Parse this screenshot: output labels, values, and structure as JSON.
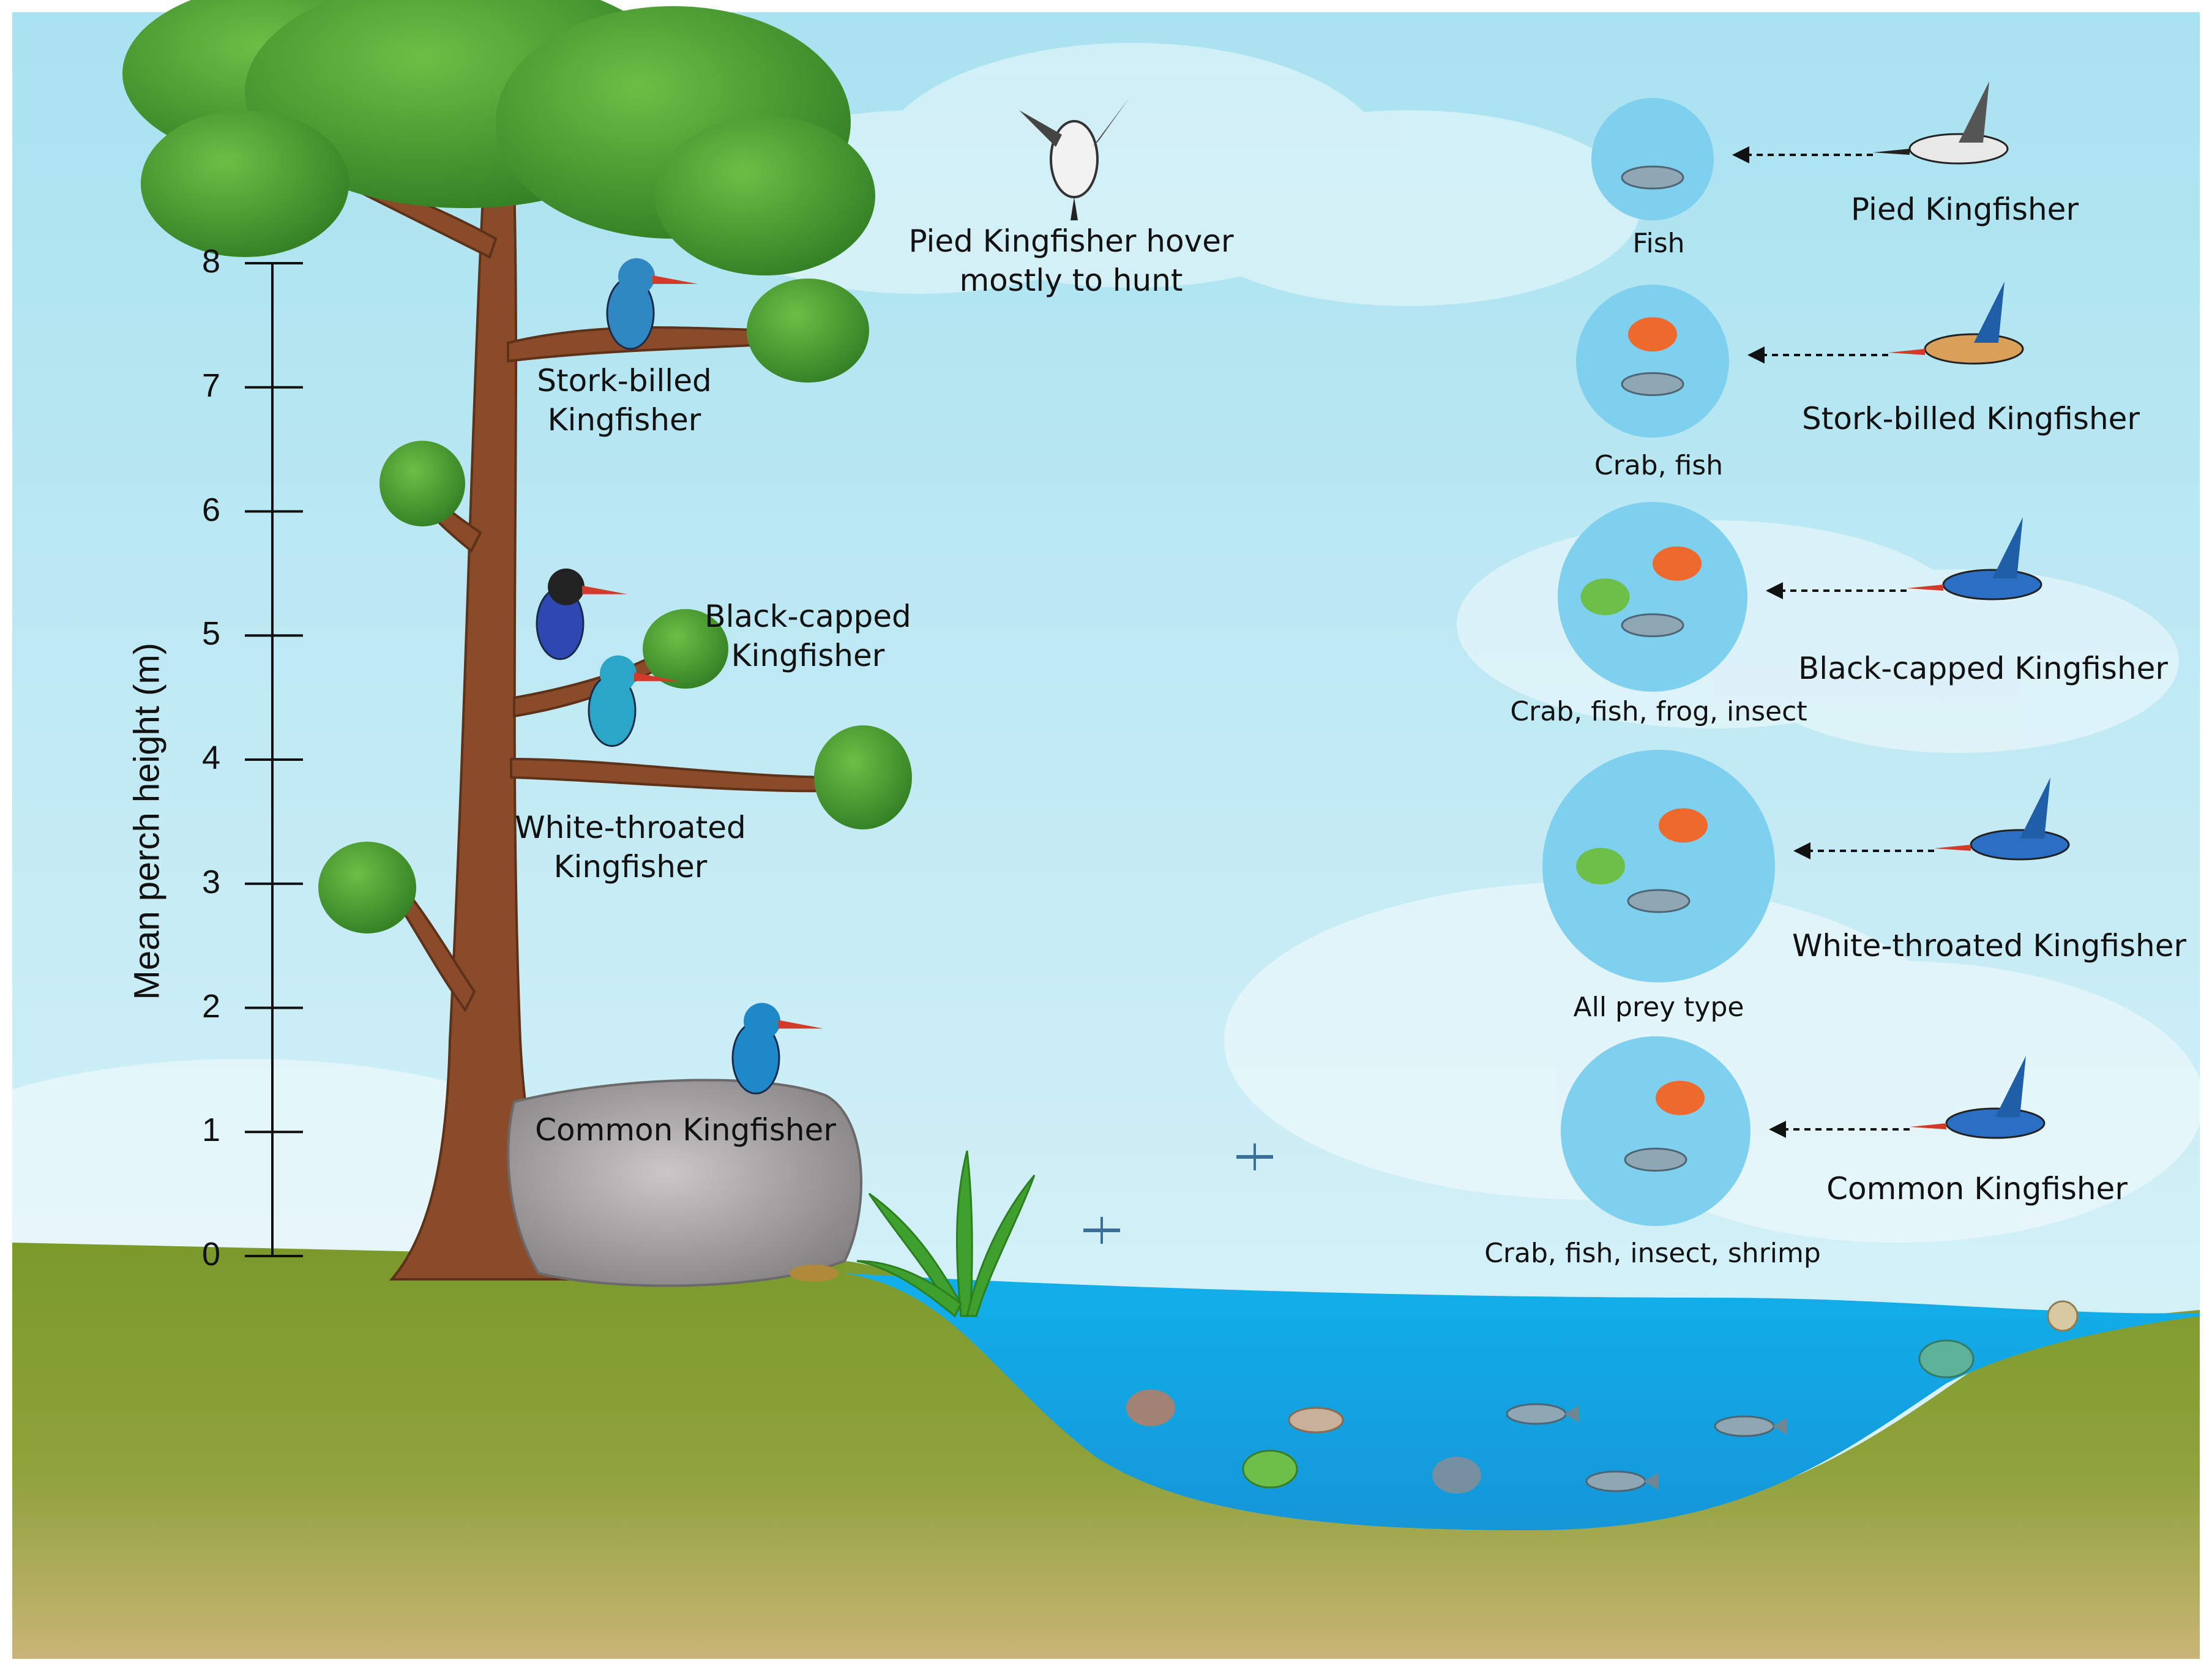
{
  "axis": {
    "title": "Mean perch height (m)",
    "ticks": [
      "0",
      "1",
      "2",
      "3",
      "4",
      "5",
      "6",
      "7",
      "8"
    ],
    "min": 0,
    "max": 8
  },
  "perch_birds": [
    {
      "name": "Stork-billed Kingfisher",
      "label_lines": [
        "Stork-billed",
        "Kingfisher"
      ],
      "perch_height_m": 7.3
    },
    {
      "name": "Black-capped Kingfisher",
      "label_lines": [
        "Black-capped",
        "Kingfisher"
      ],
      "perch_height_m": 4.8
    },
    {
      "name": "White-throated Kingfisher",
      "label_lines": [
        "White-throated",
        "Kingfisher"
      ],
      "perch_height_m": 4.1
    },
    {
      "name": "Common Kingfisher",
      "label_lines": [
        "Common Kingfisher"
      ],
      "perch_height_m": 1.3
    }
  ],
  "hover_note": {
    "lines": [
      "Pied Kingfisher hover",
      "mostly to hunt"
    ]
  },
  "diet": [
    {
      "bird": "Pied Kingfisher",
      "prey": "Fish"
    },
    {
      "bird": "Stork-billed Kingfisher",
      "prey": "Crab, fish"
    },
    {
      "bird": "Black-capped Kingfisher",
      "prey": "Crab, fish, frog, insect"
    },
    {
      "bird": "White-throated Kingfisher",
      "prey": "All prey type"
    },
    {
      "bird": "Common Kingfisher",
      "prey": "Crab, fish, insect, shrimp"
    }
  ],
  "colors": {
    "sky_top": "#a9e2f0",
    "sky_bottom": "#e6f7fb",
    "grass": "#7a9a2a",
    "soil": "#c6b373",
    "water": "#12aee6",
    "circle": "#7fd0ef",
    "trunk": "#8a4b2a",
    "foliage": "#3f8f2c",
    "rock": "#9a9898"
  }
}
